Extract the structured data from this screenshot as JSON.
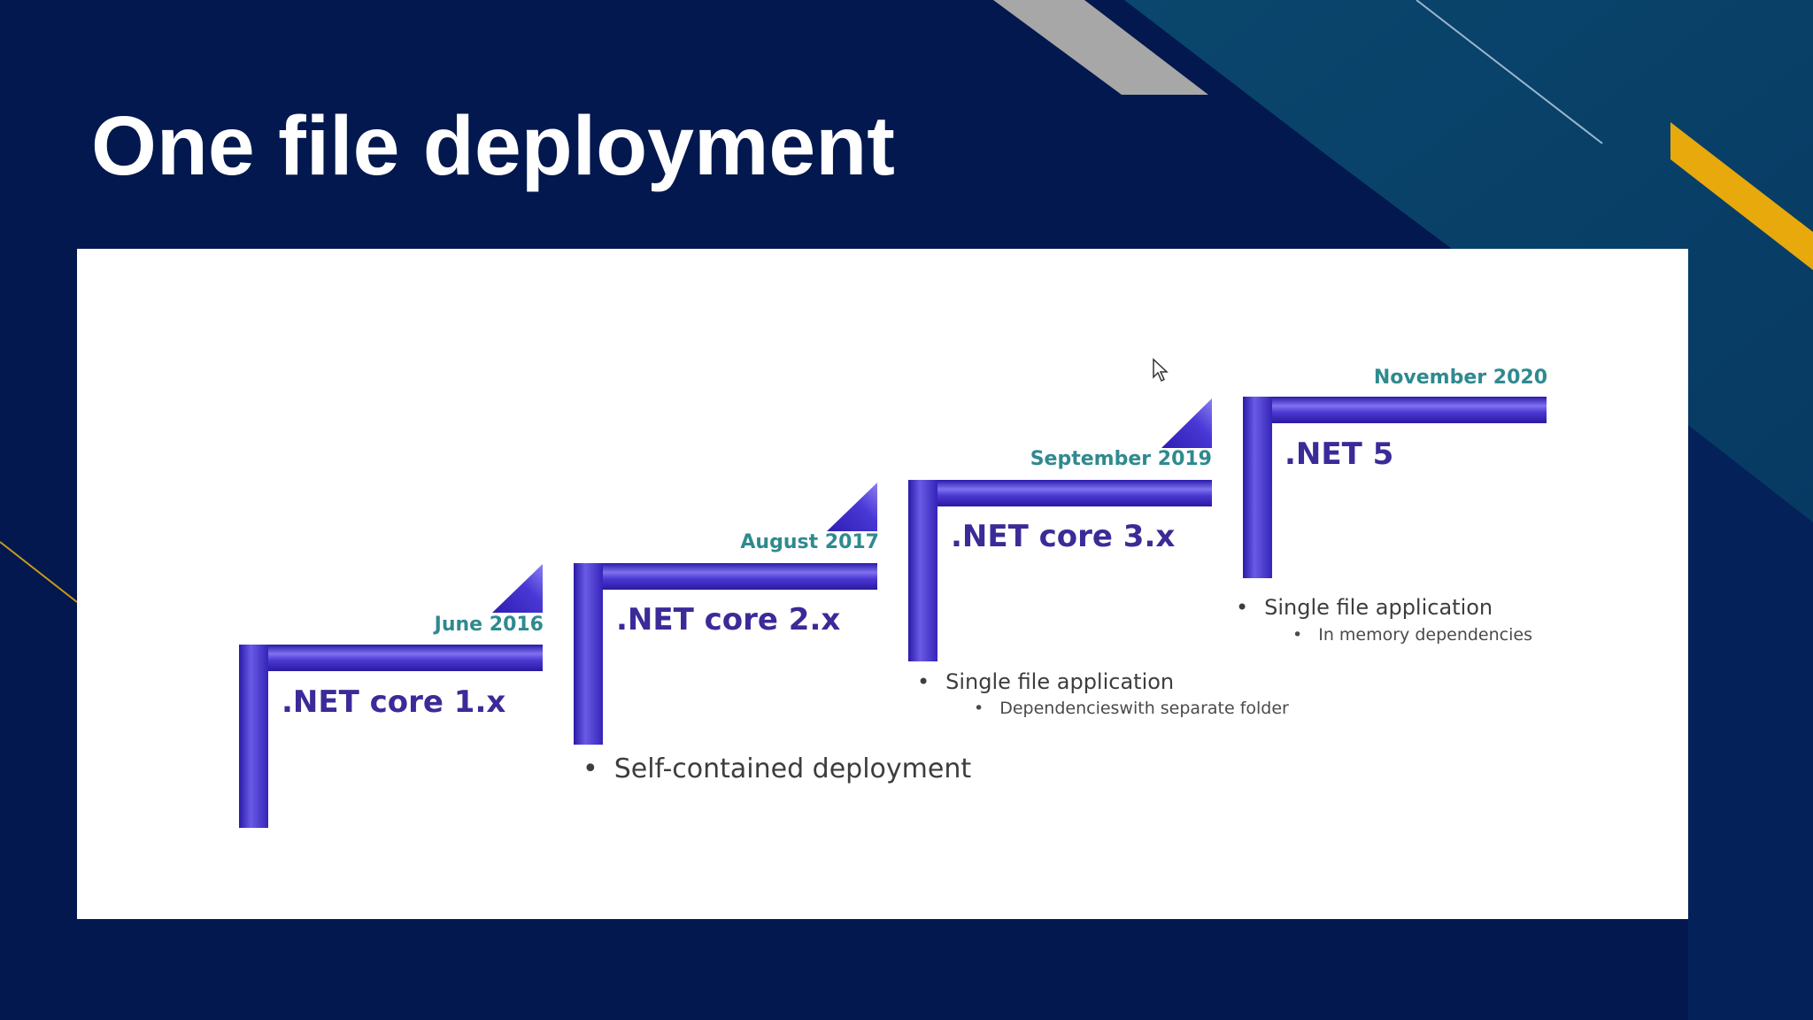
{
  "slide": {
    "title": "One file deployment"
  },
  "colors": {
    "background": "#02184e",
    "stripe_teal": "#0b4369",
    "stripe_gray": "#a6a6a6",
    "stripe_gold": "#e8a90d",
    "step_blue": "#3d2bc4",
    "label_color": "#3a2b98",
    "date_color": "#2f8a8f"
  },
  "timeline": {
    "steps": [
      {
        "label": ".NET core 1.x",
        "date": "June 2016",
        "bullets": []
      },
      {
        "label": ".NET core 2.x",
        "date": "August 2017",
        "bullets": [
          {
            "text": "Self-contained deployment",
            "sub": []
          }
        ]
      },
      {
        "label": ".NET core 3.x",
        "date": "September 2019",
        "bullets": [
          {
            "text": "Single file application",
            "sub": [
              "Dependencieswith separate folder"
            ]
          }
        ]
      },
      {
        "label": ".NET 5",
        "date": "November 2020",
        "bullets": [
          {
            "text": "Single file application",
            "sub": [
              "In memory dependencies"
            ]
          }
        ]
      }
    ],
    "bullet_glyph": "•"
  },
  "icons": {
    "cursor": "mouse-pointer-icon"
  }
}
